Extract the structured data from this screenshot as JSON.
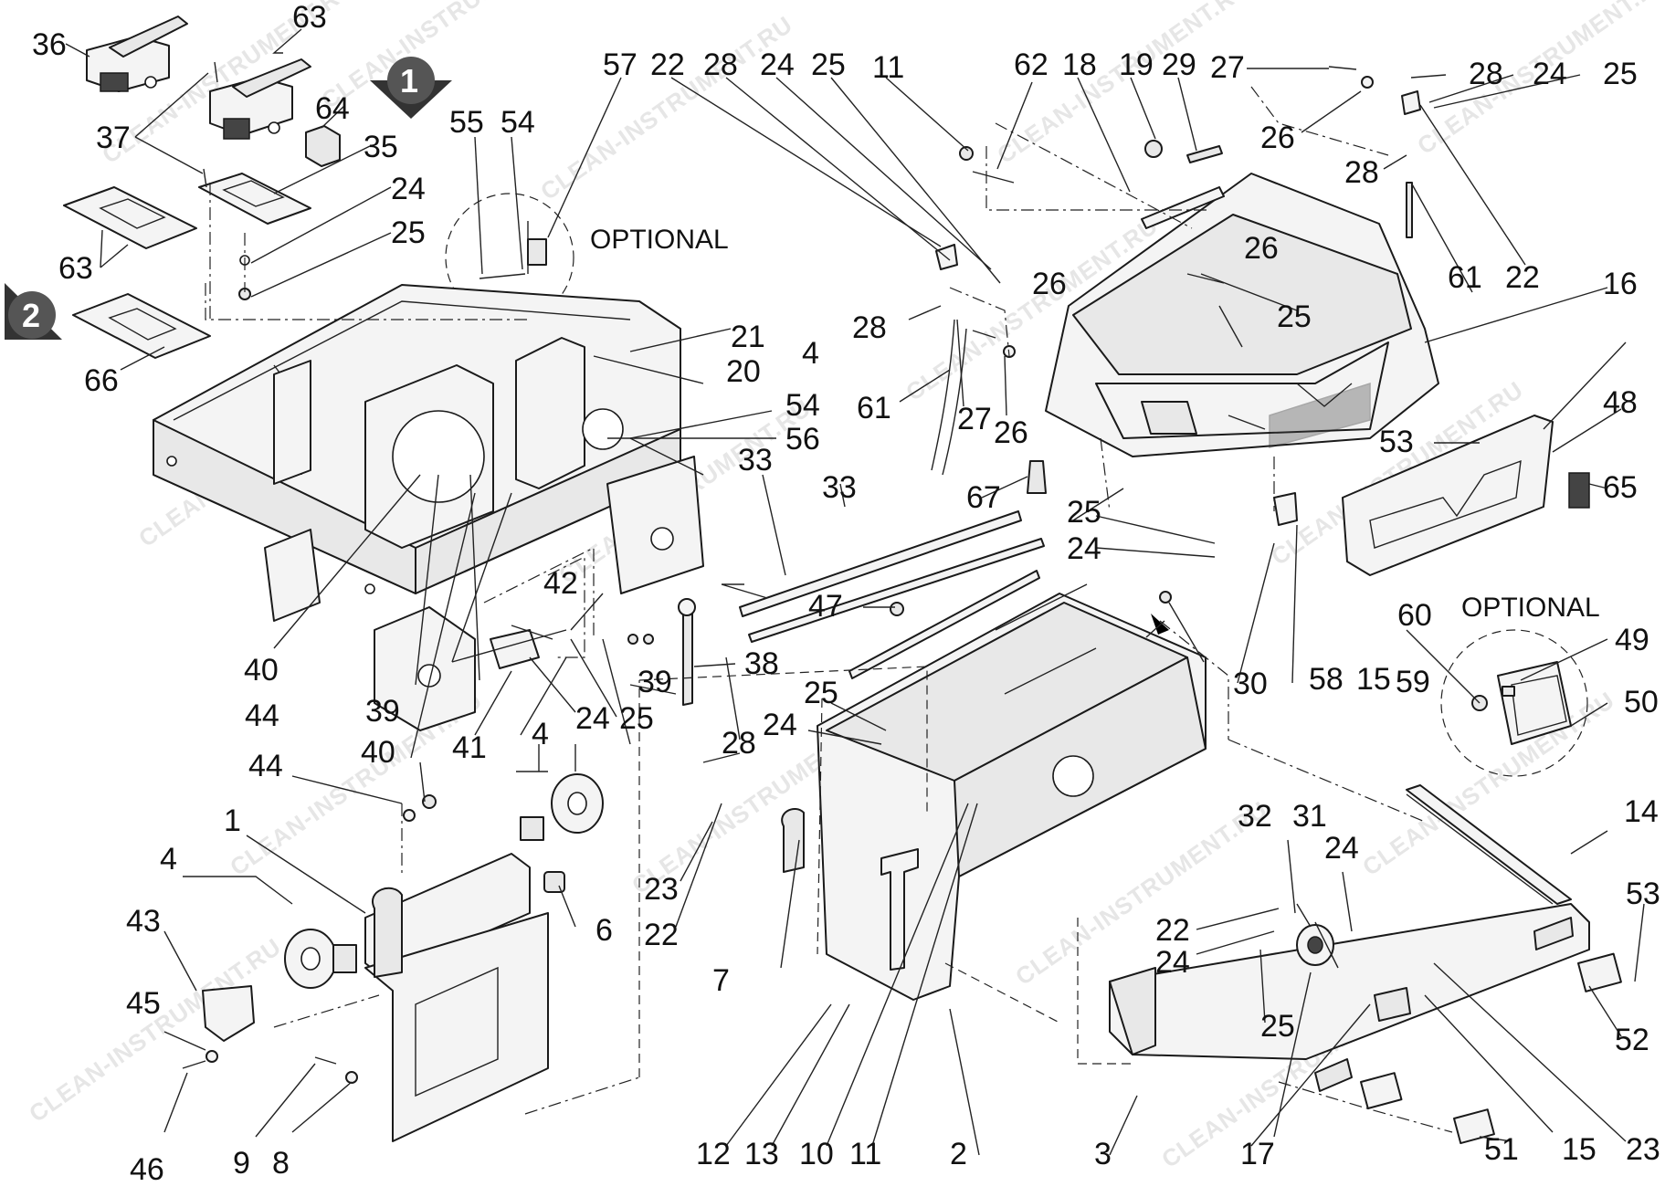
{
  "labels": {
    "l1": "1",
    "l2": "2",
    "l3": "3",
    "l4a": "4",
    "l4b": "4",
    "l4c": "4",
    "l6": "6",
    "l7": "7",
    "l8": "8",
    "l9": "9",
    "l10": "10",
    "l11a": "11",
    "l11b": "11",
    "l12": "12",
    "l13": "13",
    "l14": "14",
    "l15a": "15",
    "l15b": "15",
    "l16": "16",
    "l17": "17",
    "l18": "18",
    "l19": "19",
    "l20": "20",
    "l21": "21",
    "l22a": "22",
    "l22b": "22",
    "l22c": "22",
    "l22d": "22",
    "l23a": "23",
    "l23b": "23",
    "l24a": "24",
    "l24b": "24",
    "l24c": "24",
    "l24d": "24",
    "l24e": "24",
    "l24f": "24",
    "l24g": "24",
    "l24h": "24",
    "l25a": "25",
    "l25b": "25",
    "l25c": "25",
    "l25d": "25",
    "l25e": "25",
    "l25f": "25",
    "l25g": "25",
    "l25h": "25",
    "l26a": "26",
    "l26b": "26",
    "l26c": "26",
    "l26d": "26",
    "l27a": "27",
    "l27b": "27",
    "l28a": "28",
    "l28b": "28",
    "l28c": "28",
    "l28d": "28",
    "l28e": "28",
    "l29": "29",
    "l30": "30",
    "l31": "31",
    "l32": "32",
    "l33a": "33",
    "l33b": "33",
    "l35": "35",
    "l36": "36",
    "l37": "37",
    "l38": "38",
    "l39a": "39",
    "l39b": "39",
    "l40a": "40",
    "l40b": "40",
    "l41": "41",
    "l42": "42",
    "l43": "43",
    "l44a": "44",
    "l44b": "44",
    "l45": "45",
    "l46": "46",
    "l47": "47",
    "l48": "48",
    "l49": "49",
    "l50": "50",
    "l51": "51",
    "l52": "52",
    "l53a": "53",
    "l53b": "53",
    "l54a": "54",
    "l54b": "54",
    "l55": "55",
    "l56": "56",
    "l57": "57",
    "l58": "58",
    "l59": "59",
    "l60": "60",
    "l61a": "61",
    "l61b": "61",
    "l62": "62",
    "l63a": "63",
    "l63b": "63",
    "l64": "64",
    "l65": "65",
    "l66": "66",
    "l67": "67"
  },
  "callouts": {
    "c1": "1",
    "c2": "2"
  },
  "optional_1": "OPTIONAL",
  "optional_2": "OPTIONAL",
  "watermark": "CLEAN-INSTRUMENT.RU"
}
